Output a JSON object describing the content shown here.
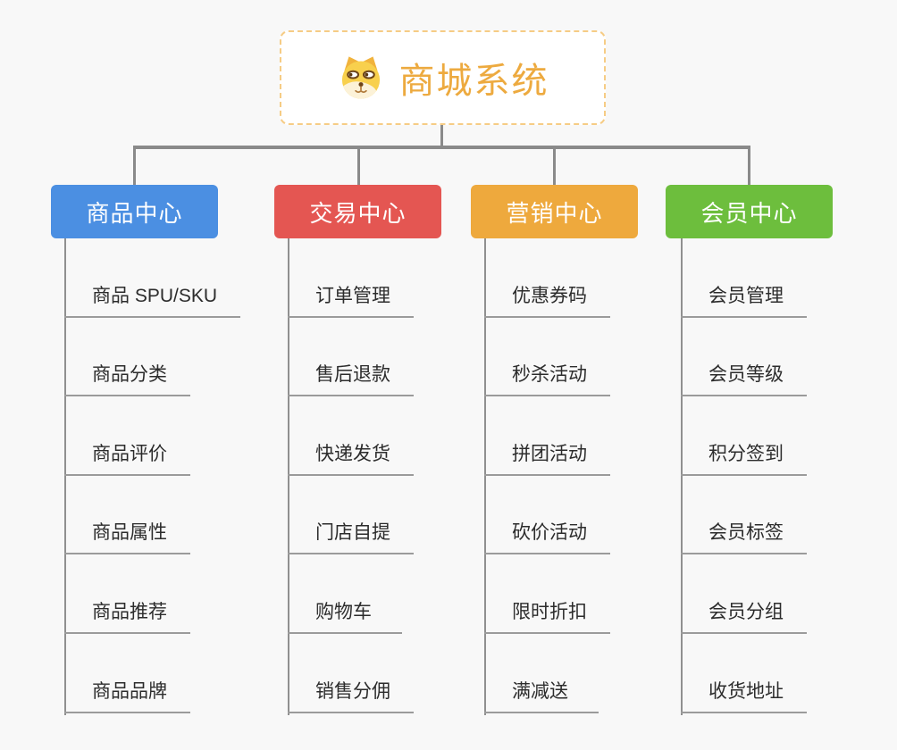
{
  "root": {
    "title": "商城系统",
    "icon": "doge-icon",
    "title_color": "#edaa3f",
    "border_color": "#f6cc85",
    "background": "#ffffff"
  },
  "connectors": {
    "color": "#8a8a8a"
  },
  "lines": {
    "spine_color": "#909090",
    "underline_color": "#9b9b9b"
  },
  "page_background": "#f8f8f8",
  "branches": [
    {
      "label": "商品中心",
      "color": "#4b8fe2",
      "children": [
        "商品 SPU/SKU",
        "商品分类",
        "商品评价",
        "商品属性",
        "商品推荐",
        "商品品牌"
      ]
    },
    {
      "label": "交易中心",
      "color": "#e45652",
      "children": [
        "订单管理",
        "售后退款",
        "快递发货",
        "门店自提",
        "购物车",
        "销售分佣"
      ]
    },
    {
      "label": "营销中心",
      "color": "#eea93d",
      "children": [
        "优惠券码",
        "秒杀活动",
        "拼团活动",
        "砍价活动",
        "限时折扣",
        "满减送"
      ]
    },
    {
      "label": "会员中心",
      "color": "#6dbe3d",
      "children": [
        "会员管理",
        "会员等级",
        "积分签到",
        "会员标签",
        "会员分组",
        "收货地址"
      ]
    }
  ]
}
